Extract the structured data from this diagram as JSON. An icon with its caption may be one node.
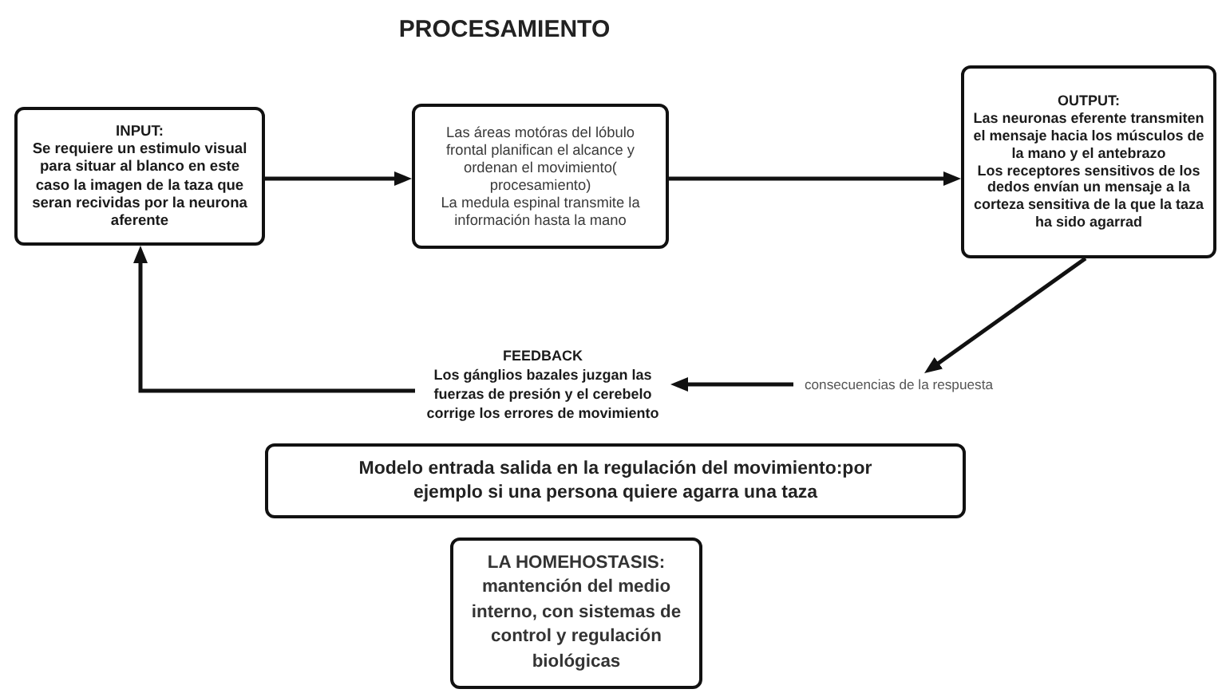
{
  "diagram": {
    "title": "PROCESAMIENTO",
    "nodes": [
      {
        "text": [
          "INPUT:",
          "Se requiere un estimulo visual para situar al blanco en este caso la imagen de la taza que seran recividas por la neurona aferente"
        ]
      },
      {
        "text": [
          "Las áreas motóras del lóbulo frontal planifican el alcance y ordenan el movimiento( procesamiento)",
          "La medula espinal transmite la información hasta la mano"
        ]
      },
      {
        "text": [
          "OUTPUT:",
          "Las neuronas eferente transmiten el mensaje hacia los músculos de la mano y el antebrazo",
          "Los receptores sensitivos de los dedos envían un mensaje a la corteza sensitiva de la que la taza ha sido agarrad"
        ]
      },
      {
        "text": [
          "FEEDBACK",
          "Los gánglios bazales juzgan las fuerzas de presión y el cerebelo corrige los errores de movimiento"
        ]
      },
      {
        "text": [
          "consecuencias de la respuesta"
        ]
      },
      {
        "text": [
          "Modelo entrada salida en la regulación del movimiento:por ejemplo si una persona quiere agarra una taza"
        ]
      },
      {
        "text": [
          "LA HOMEHOSTASIS:",
          "mantención del medio interno, con sistemas de control y regulación biológicas"
        ]
      }
    ],
    "edges": [
      {
        "from": 0,
        "to": 1,
        "arrow": "to"
      },
      {
        "from": 1,
        "to": 2,
        "arrow": "to"
      },
      {
        "from": 2,
        "to": 4,
        "arrow": "to"
      },
      {
        "from": 4,
        "to": 3,
        "arrow": "to"
      },
      {
        "from": 3,
        "to": 0,
        "arrow": "to"
      }
    ]
  }
}
